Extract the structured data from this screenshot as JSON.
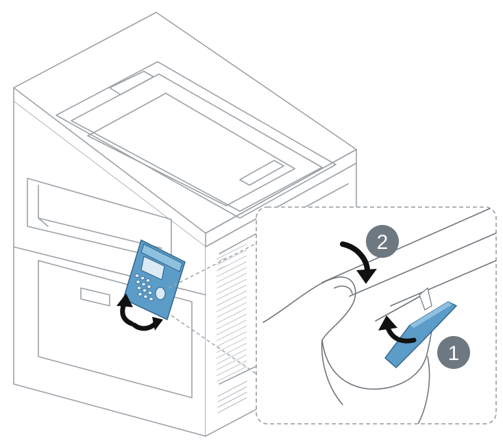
{
  "steps": [
    {
      "number": "1"
    },
    {
      "number": "2"
    }
  ],
  "colors": {
    "outline": "#9aa1a8",
    "panel_blue": "#5b9cc8",
    "panel_blue_light": "#8ec0e0",
    "arrow_black": "#111111",
    "badge_gray": "#6e7880",
    "callout_border": "#a0a7ae"
  },
  "icons": [
    "printer-illustration",
    "control-panel",
    "hinge-arrow-icon",
    "rotate-arrow-icon",
    "down-arrow-icon",
    "up-arrow-icon"
  ]
}
